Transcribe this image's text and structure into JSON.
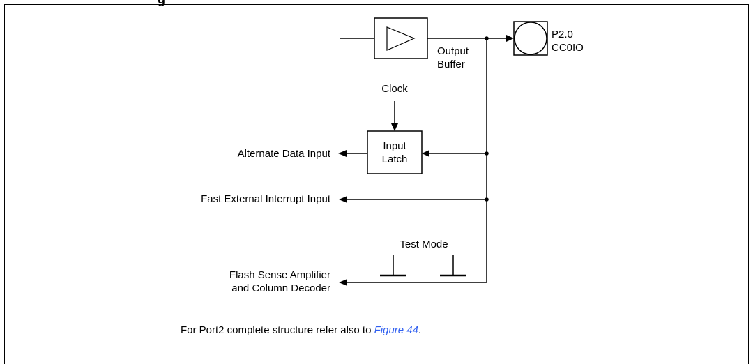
{
  "title_fragment": "g",
  "labels": {
    "output_buffer": [
      "Output",
      "Buffer"
    ],
    "pin": [
      "P2.0",
      "CC0IO"
    ],
    "clock": "Clock",
    "input_latch": [
      "Input",
      "Latch"
    ],
    "alternate_data_input": "Alternate Data Input",
    "fast_external_interrupt_input": "Fast External Interrupt Input",
    "test_mode": "Test Mode",
    "flash_sense_amplifier": [
      "Flash Sense Amplifier",
      "and Column Decoder"
    ]
  },
  "note": {
    "prefix": "For Port2 complete structure refer also to ",
    "link": "Figure 44",
    "suffix": "."
  }
}
